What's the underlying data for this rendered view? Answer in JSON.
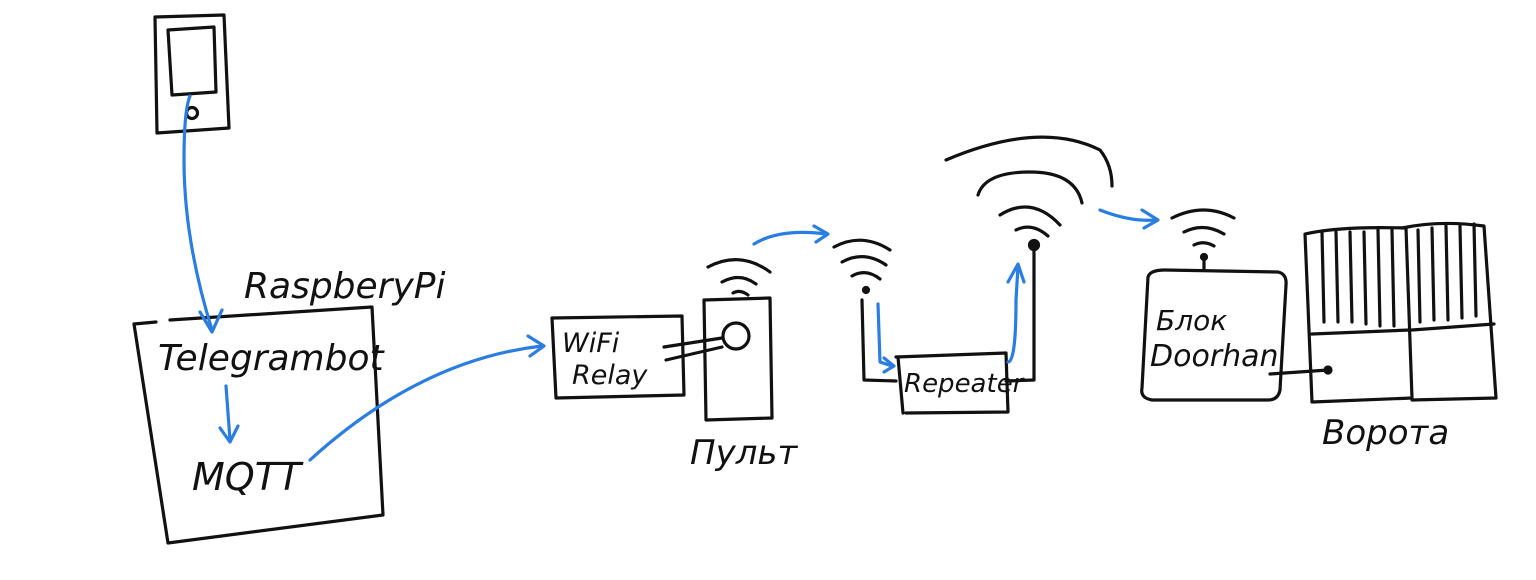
{
  "colors": {
    "ink": "#111111",
    "arrow": "#2a7de1",
    "background": "#ffffff"
  },
  "labels": {
    "raspberry_pi": "RaspberyPi",
    "telegram_bot": "Telegrambot",
    "mqtt": "MQTT",
    "wifi_relay_line1": "WiFi",
    "wifi_relay_line2": "Relay",
    "remote": "Пульт",
    "repeater": "Repeater",
    "doorhan_line1": "Блок",
    "doorhan_line2": "Doorhan",
    "gates": "Ворота"
  },
  "icons": [
    "smartphone-icon",
    "remote-control-icon",
    "wifi-signal-icon",
    "antenna-icon",
    "gate-icon"
  ]
}
